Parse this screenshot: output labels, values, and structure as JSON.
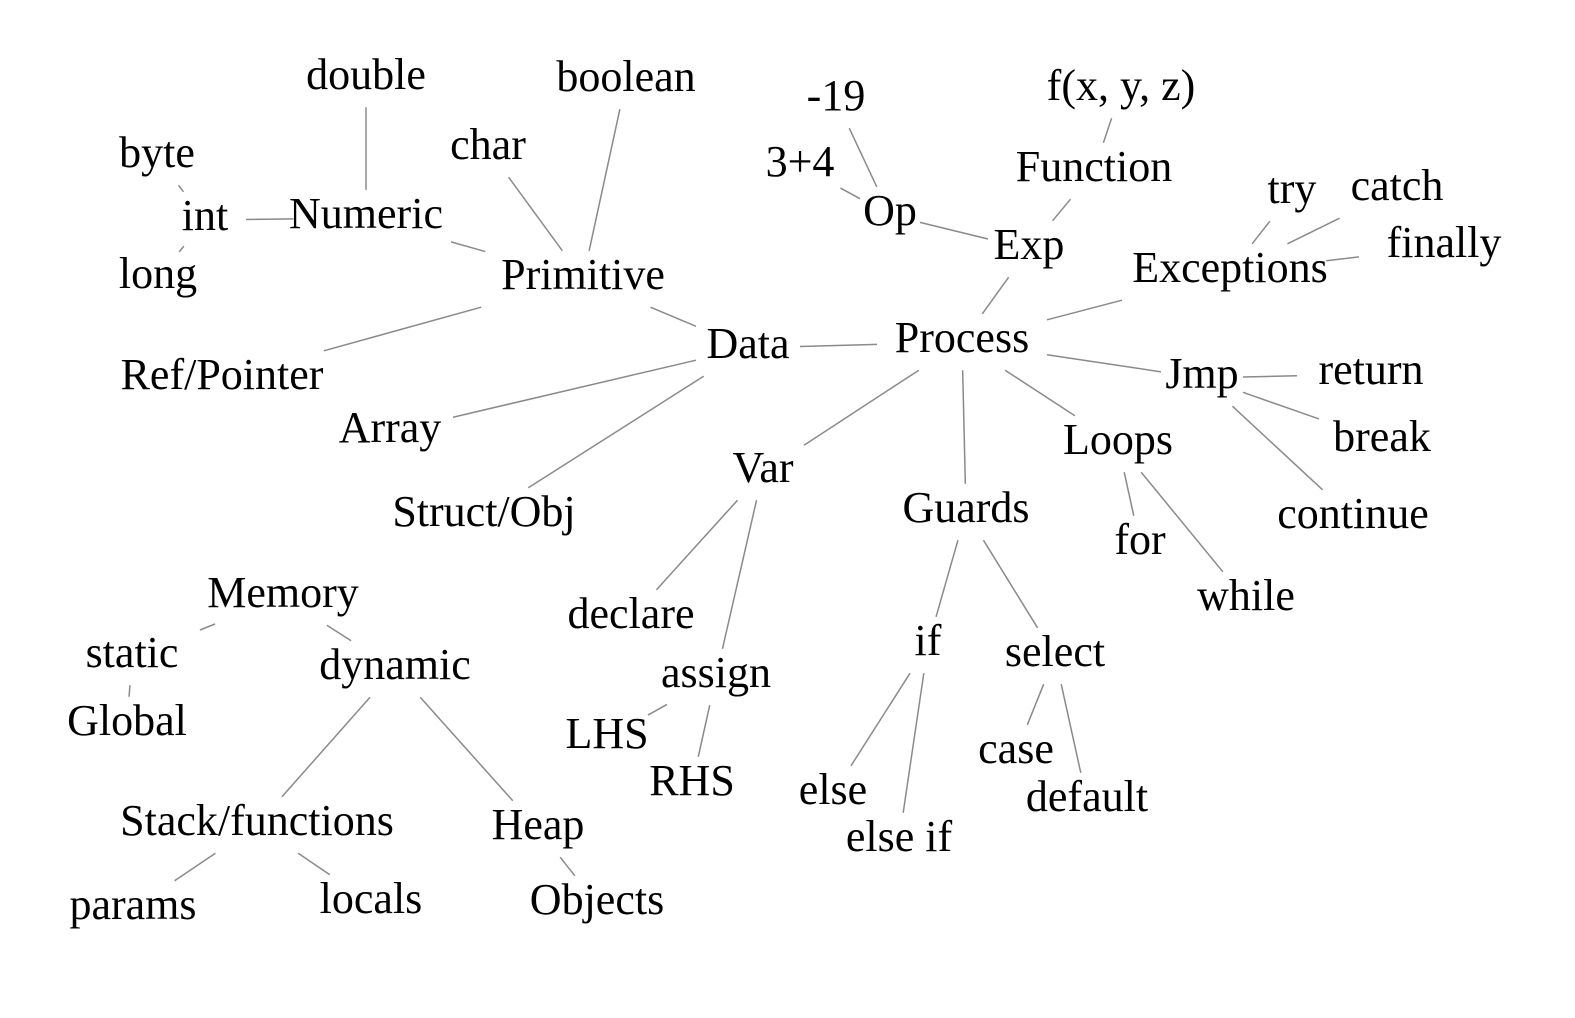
{
  "diagram": {
    "nodes": [
      {
        "id": "process",
        "label": "Process"
      },
      {
        "id": "data",
        "label": "Data"
      },
      {
        "id": "primitive",
        "label": "Primitive"
      },
      {
        "id": "numeric",
        "label": "Numeric"
      },
      {
        "id": "int",
        "label": "int"
      },
      {
        "id": "byte",
        "label": "byte"
      },
      {
        "id": "long",
        "label": "long"
      },
      {
        "id": "double",
        "label": "double"
      },
      {
        "id": "char",
        "label": "char"
      },
      {
        "id": "boolean",
        "label": "boolean"
      },
      {
        "id": "refpointer",
        "label": "Ref/Pointer"
      },
      {
        "id": "array",
        "label": "Array"
      },
      {
        "id": "structobj",
        "label": "Struct/Obj"
      },
      {
        "id": "exp",
        "label": "Exp"
      },
      {
        "id": "op",
        "label": "Op"
      },
      {
        "id": "neg19",
        "label": "-19"
      },
      {
        "id": "threeplus4",
        "label": "3+4"
      },
      {
        "id": "function",
        "label": "Function"
      },
      {
        "id": "fxyz",
        "label": "f(x, y, z)"
      },
      {
        "id": "exceptions",
        "label": "Exceptions"
      },
      {
        "id": "try",
        "label": "try"
      },
      {
        "id": "catch",
        "label": "catch"
      },
      {
        "id": "finally",
        "label": "finally"
      },
      {
        "id": "jmp",
        "label": "Jmp"
      },
      {
        "id": "return",
        "label": "return"
      },
      {
        "id": "break",
        "label": "break"
      },
      {
        "id": "continue",
        "label": "continue"
      },
      {
        "id": "loops",
        "label": "Loops"
      },
      {
        "id": "for",
        "label": "for"
      },
      {
        "id": "while",
        "label": "while"
      },
      {
        "id": "var",
        "label": "Var"
      },
      {
        "id": "declare",
        "label": "declare"
      },
      {
        "id": "assign",
        "label": "assign"
      },
      {
        "id": "lhs",
        "label": "LHS"
      },
      {
        "id": "rhs",
        "label": "RHS"
      },
      {
        "id": "guards",
        "label": "Guards"
      },
      {
        "id": "if",
        "label": "if"
      },
      {
        "id": "else",
        "label": "else"
      },
      {
        "id": "elseif",
        "label": "else if"
      },
      {
        "id": "select",
        "label": "select"
      },
      {
        "id": "case",
        "label": "case"
      },
      {
        "id": "default",
        "label": "default"
      },
      {
        "id": "memory",
        "label": "Memory"
      },
      {
        "id": "static",
        "label": "static"
      },
      {
        "id": "global",
        "label": "Global"
      },
      {
        "id": "dynamic",
        "label": "dynamic"
      },
      {
        "id": "stack",
        "label": "Stack/functions"
      },
      {
        "id": "params",
        "label": "params"
      },
      {
        "id": "locals",
        "label": "locals"
      },
      {
        "id": "heap",
        "label": "Heap"
      },
      {
        "id": "objects",
        "label": "Objects"
      }
    ],
    "edges": [
      [
        "data",
        "process"
      ],
      [
        "data",
        "primitive"
      ],
      [
        "primitive",
        "numeric"
      ],
      [
        "primitive",
        "char"
      ],
      [
        "primitive",
        "boolean"
      ],
      [
        "numeric",
        "double"
      ],
      [
        "numeric",
        "int"
      ],
      [
        "int",
        "byte"
      ],
      [
        "int",
        "long"
      ],
      [
        "primitive",
        "refpointer"
      ],
      [
        "data",
        "array"
      ],
      [
        "data",
        "structobj"
      ],
      [
        "process",
        "exp"
      ],
      [
        "exp",
        "op"
      ],
      [
        "op",
        "neg19"
      ],
      [
        "op",
        "threeplus4"
      ],
      [
        "exp",
        "function"
      ],
      [
        "function",
        "fxyz"
      ],
      [
        "process",
        "exceptions"
      ],
      [
        "exceptions",
        "try"
      ],
      [
        "exceptions",
        "catch"
      ],
      [
        "exceptions",
        "finally"
      ],
      [
        "process",
        "jmp"
      ],
      [
        "jmp",
        "return"
      ],
      [
        "jmp",
        "break"
      ],
      [
        "jmp",
        "continue"
      ],
      [
        "process",
        "loops"
      ],
      [
        "loops",
        "for"
      ],
      [
        "loops",
        "while"
      ],
      [
        "process",
        "var"
      ],
      [
        "var",
        "declare"
      ],
      [
        "var",
        "assign"
      ],
      [
        "assign",
        "lhs"
      ],
      [
        "assign",
        "rhs"
      ],
      [
        "process",
        "guards"
      ],
      [
        "guards",
        "if"
      ],
      [
        "if",
        "else"
      ],
      [
        "if",
        "elseif"
      ],
      [
        "guards",
        "select"
      ],
      [
        "select",
        "case"
      ],
      [
        "select",
        "default"
      ],
      [
        "memory",
        "static"
      ],
      [
        "static",
        "global"
      ],
      [
        "memory",
        "dynamic"
      ],
      [
        "dynamic",
        "stack"
      ],
      [
        "stack",
        "params"
      ],
      [
        "stack",
        "locals"
      ],
      [
        "dynamic",
        "heap"
      ],
      [
        "heap",
        "objects"
      ]
    ]
  }
}
